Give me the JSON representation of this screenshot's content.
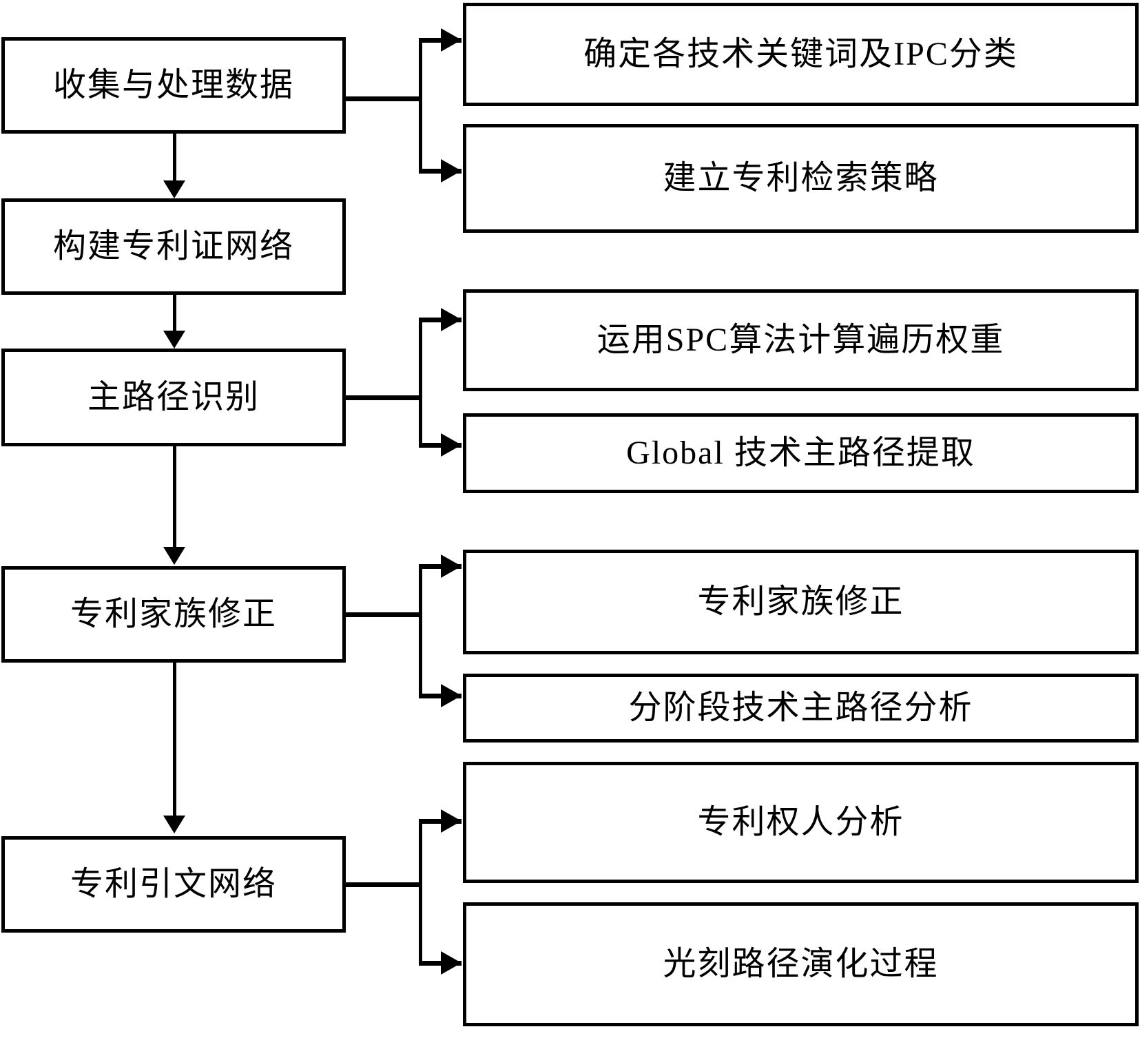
{
  "diagram": {
    "type": "flowchart",
    "title_present": false,
    "orientation": "vertical-main-with-right-branches",
    "background_color": "#ffffff",
    "line_color": "#000000",
    "text_color": "#000000",
    "main_steps": [
      {
        "id": "step1",
        "label": "收集与处理数据"
      },
      {
        "id": "step2",
        "label": "构建专利证网络"
      },
      {
        "id": "step3",
        "label": "主路径识别"
      },
      {
        "id": "step4",
        "label": "专利家族修正"
      },
      {
        "id": "step5",
        "label": "专利引文网络"
      }
    ],
    "branches": [
      {
        "id": "branch1a",
        "from": "step1",
        "label": "确定各技术关键词及IPC分类"
      },
      {
        "id": "branch1b",
        "from": "step1",
        "label": "建立专利检索策略"
      },
      {
        "id": "branch3a",
        "from": "step3",
        "label": "运用SPC算法计算遍历权重"
      },
      {
        "id": "branch3b",
        "from": "step3",
        "label": "Global 技术主路径提取"
      },
      {
        "id": "branch4a",
        "from": "step4",
        "label": "专利家族修正"
      },
      {
        "id": "branch4b",
        "from": "step4",
        "label": "分阶段技术主路径分析"
      },
      {
        "id": "branch5a",
        "from": "step5",
        "label": "专利权人分析"
      },
      {
        "id": "branch5b",
        "from": "step5",
        "label": "光刻路径演化过程"
      }
    ],
    "flow_edges": [
      {
        "from": "step1",
        "to": "step2",
        "style": "arrow-down"
      },
      {
        "from": "step2",
        "to": "step3",
        "style": "arrow-down"
      },
      {
        "from": "step3",
        "to": "step4",
        "style": "arrow-down"
      },
      {
        "from": "step4",
        "to": "step5",
        "style": "arrow-down"
      }
    ]
  }
}
